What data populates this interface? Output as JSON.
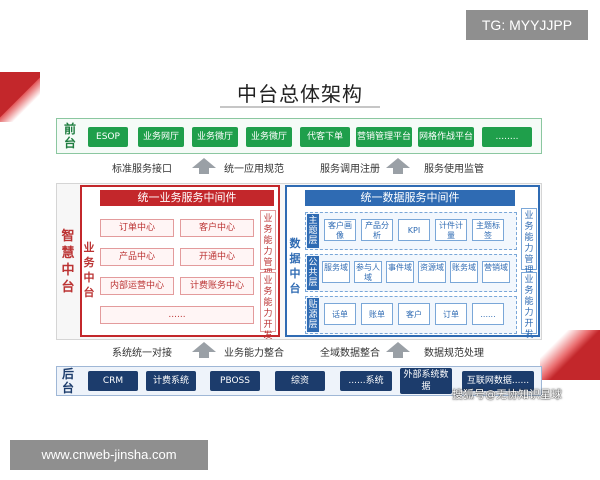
{
  "watermarks": {
    "top_right": "TG: MYYJJPP",
    "bottom_left": "www.cnweb-jinsha.com",
    "sohu": "搜狐号@无协知识星球"
  },
  "title": "中台总体架构",
  "front": {
    "label": "前台",
    "buttons": [
      "ESOP",
      "业务网厅",
      "业务微厅",
      "业务微厅",
      "代客下单",
      "营销管理平台",
      "网格作战平台",
      "........"
    ]
  },
  "upper_links": {
    "left": "标准服务接口",
    "mid": "统一应用规范",
    "right_a": "服务调用注册",
    "right_b": "服务使用监管"
  },
  "smart": {
    "label": "智慧中台",
    "business": {
      "label": "业务中台",
      "header": "统一业务服务中间件",
      "centers": [
        "订单中心",
        "客户中心",
        "产品中心",
        "开通中心",
        "内部运营中心",
        "计费账务中心",
        "......"
      ],
      "side_bars": [
        "业务能力管理",
        "业务能力开发"
      ]
    },
    "data": {
      "label": "数据中台",
      "header": "统一数据服务中间件",
      "layers": [
        {
          "name": "主题层",
          "items": [
            "客户画像",
            "产品分析",
            "KPI",
            "计件计量",
            "主题标签"
          ]
        },
        {
          "name": "公共层",
          "items": [
            "服务域",
            "参与人域",
            "事件域",
            "资源域",
            "账务域",
            "营销域"
          ]
        },
        {
          "name": "贴源层",
          "items": [
            "话单",
            "账单",
            "客户",
            "订单",
            "......"
          ]
        }
      ],
      "side_bars": [
        "业务能力管理",
        "业务能力开发"
      ]
    }
  },
  "lower_links": {
    "left": "系统统一对接",
    "mid": "业务能力整合",
    "right_a": "全域数据整合",
    "right_b": "数据规范处理"
  },
  "back": {
    "label": "后台",
    "buttons": [
      "CRM",
      "计费系统",
      "PBOSS",
      "综资",
      "......系统",
      "外部系统数据",
      "互联网数据......"
    ]
  }
}
